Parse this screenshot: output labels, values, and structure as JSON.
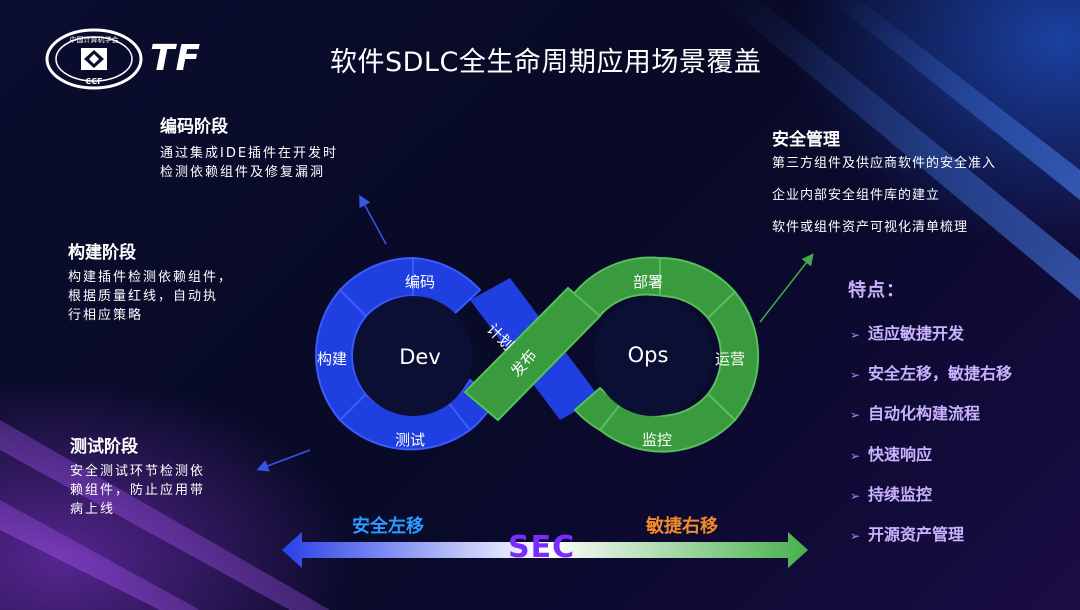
{
  "brand": {
    "logo_text": "中国计算机学会",
    "logo_abbr": "CCF",
    "mark": "TF"
  },
  "title": "软件SDLC全生命周期应用场景覆盖",
  "stages_left": [
    {
      "heading": "编码阶段",
      "text": "通过集成IDE插件在开发时\n检测依赖组件及修复漏洞"
    },
    {
      "heading": "构建阶段",
      "text": "构建插件检测依赖组件，\n根据质量红线，自动执\n行相应策略"
    },
    {
      "heading": "测试阶段",
      "text": "安全测试环节检测依\n赖组件，防止应用带\n病上线"
    }
  ],
  "security_mgmt": {
    "heading": "安全管理",
    "items": [
      "第三方组件及供应商软件的安全准入",
      "企业内部安全组件库的建立",
      "软件或组件资产可视化清单梳理"
    ]
  },
  "features": {
    "heading": "特点：",
    "items": [
      "适应敏捷开发",
      "安全左移，敏捷右移",
      "自动化构建流程",
      "快速响应",
      "持续监控",
      "开源资产管理"
    ]
  },
  "loop": {
    "dev": "Dev",
    "ops": "Ops",
    "dev_segments": [
      "编码",
      "计划",
      "构建",
      "测试"
    ],
    "ops_segments": [
      "发布",
      "部署",
      "运营",
      "监控"
    ],
    "colors": {
      "dev": "#1f3fe0",
      "ops": "#3a9a3e"
    }
  },
  "arrow": {
    "left_label": "安全左移",
    "right_label": "敏捷右移",
    "center": "SEC"
  }
}
